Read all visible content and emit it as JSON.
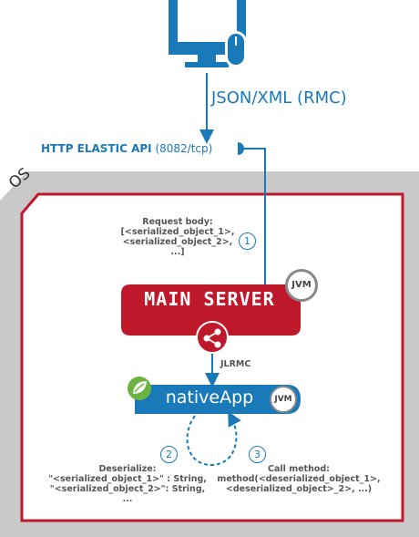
{
  "colors": {
    "blue": "#1a79b8",
    "red": "#c0182b",
    "gray_box": "#c9c9c9",
    "jvm_ring": "#888888"
  },
  "icons": {
    "client": "desktop-computer-with-mouse-icon",
    "share": "share-nodes-icon",
    "spring": "spring-leaf-icon"
  },
  "top_arrow_label": "JSON/XML (RMC)",
  "api": {
    "name": "HTTP ELASTIC API",
    "port": "(8082/tcp)"
  },
  "os_label": "OS",
  "request_note": {
    "line1": "Request body:",
    "line2": "[<serialized_object_1>,",
    "line3": "<serialized_object_2>,",
    "line4": "...]"
  },
  "main_server": {
    "label": "MAIN SERVER",
    "badge": "JVM"
  },
  "link_label": "JLRMC",
  "native_app": {
    "label": "nativeApp",
    "badge": "JVM"
  },
  "steps": [
    "1",
    "2",
    "3"
  ],
  "deserialize_note": {
    "line1": "Deserialize:",
    "line2": "\"<serialized_object_1>\" : String,",
    "line3": "\"<serialized_object_2>\": String,",
    "line4": "..."
  },
  "call_note": {
    "line1": "Call method:",
    "line2": "method(<deserialized_object_1>,",
    "line3": "<deserialized_object>_2>, ...)"
  }
}
